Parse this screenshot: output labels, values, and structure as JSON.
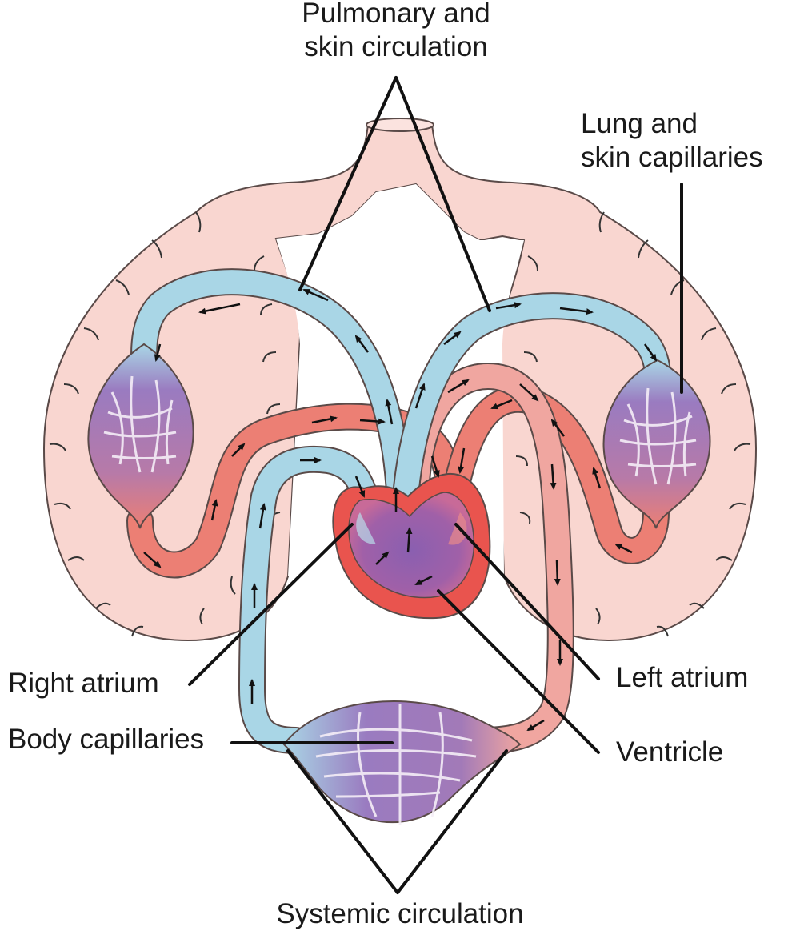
{
  "labels": {
    "pulmonary_line1": "Pulmonary and",
    "pulmonary_line2": "skin circulation",
    "lung_line1": "Lung and",
    "lung_line2": "skin capillaries",
    "right_atrium": "Right atrium",
    "body_capillaries": "Body capillaries",
    "left_atrium": "Left atrium",
    "ventricle": "Ventricle",
    "systemic": "Systemic circulation"
  },
  "colors": {
    "lung_tissue": "#f9d6d0",
    "outline": "#5a4a48",
    "deoxygenated_vessel": "#a9d6e6",
    "oxygenated_vessel": "#ec7f74",
    "capillary_bed": "#9a7bc0",
    "heart_wall": "#e9544e",
    "arrow": "#111111"
  }
}
